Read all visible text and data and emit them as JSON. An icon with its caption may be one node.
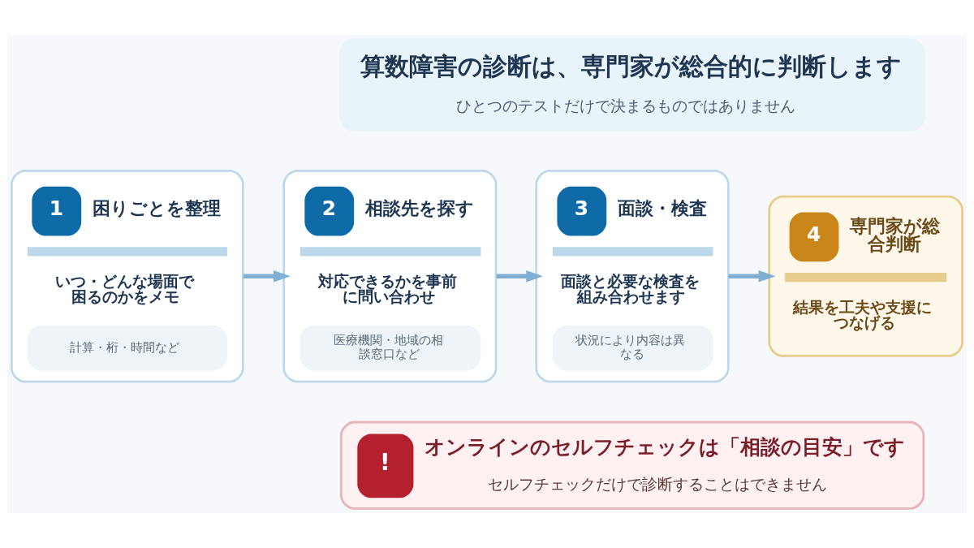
{
  "diagram": {
    "nodes": [
      {
        "text": [
          "算数障害の診断は、専門家が総合的に判断します",
          "ひとつのテストだけで決まるものではありません"
        ]
      },
      {
        "text": [
          "1",
          "困りごとを整理",
          "いつ・どんな場面で困るのかをメモ",
          "計算・桁・時間など"
        ]
      },
      {
        "text": [
          "2",
          "相談先を探す",
          "対応できるかを事前に問い合わせ",
          "医療機関・地域の相談窓口など"
        ]
      },
      {
        "text": [
          "3",
          "面談・検査",
          "面談と必要な検査を組み合わせます",
          "状況により内容は異なる"
        ]
      },
      {
        "text": [
          "4",
          "専門家が総合判断",
          "結果を工夫や支援につなげる"
        ]
      },
      {
        "text": [
          "!",
          "オンラインのセルフチェックは「相談の目安」です",
          "セルフチェックだけで診断することはできません"
        ]
      }
    ],
    "edges": [
      {
        "from": 1,
        "to": 2,
        "arrow": "to"
      },
      {
        "from": 2,
        "to": 3,
        "arrow": "to"
      },
      {
        "from": 3,
        "to": 4,
        "arrow": "to"
      }
    ]
  }
}
